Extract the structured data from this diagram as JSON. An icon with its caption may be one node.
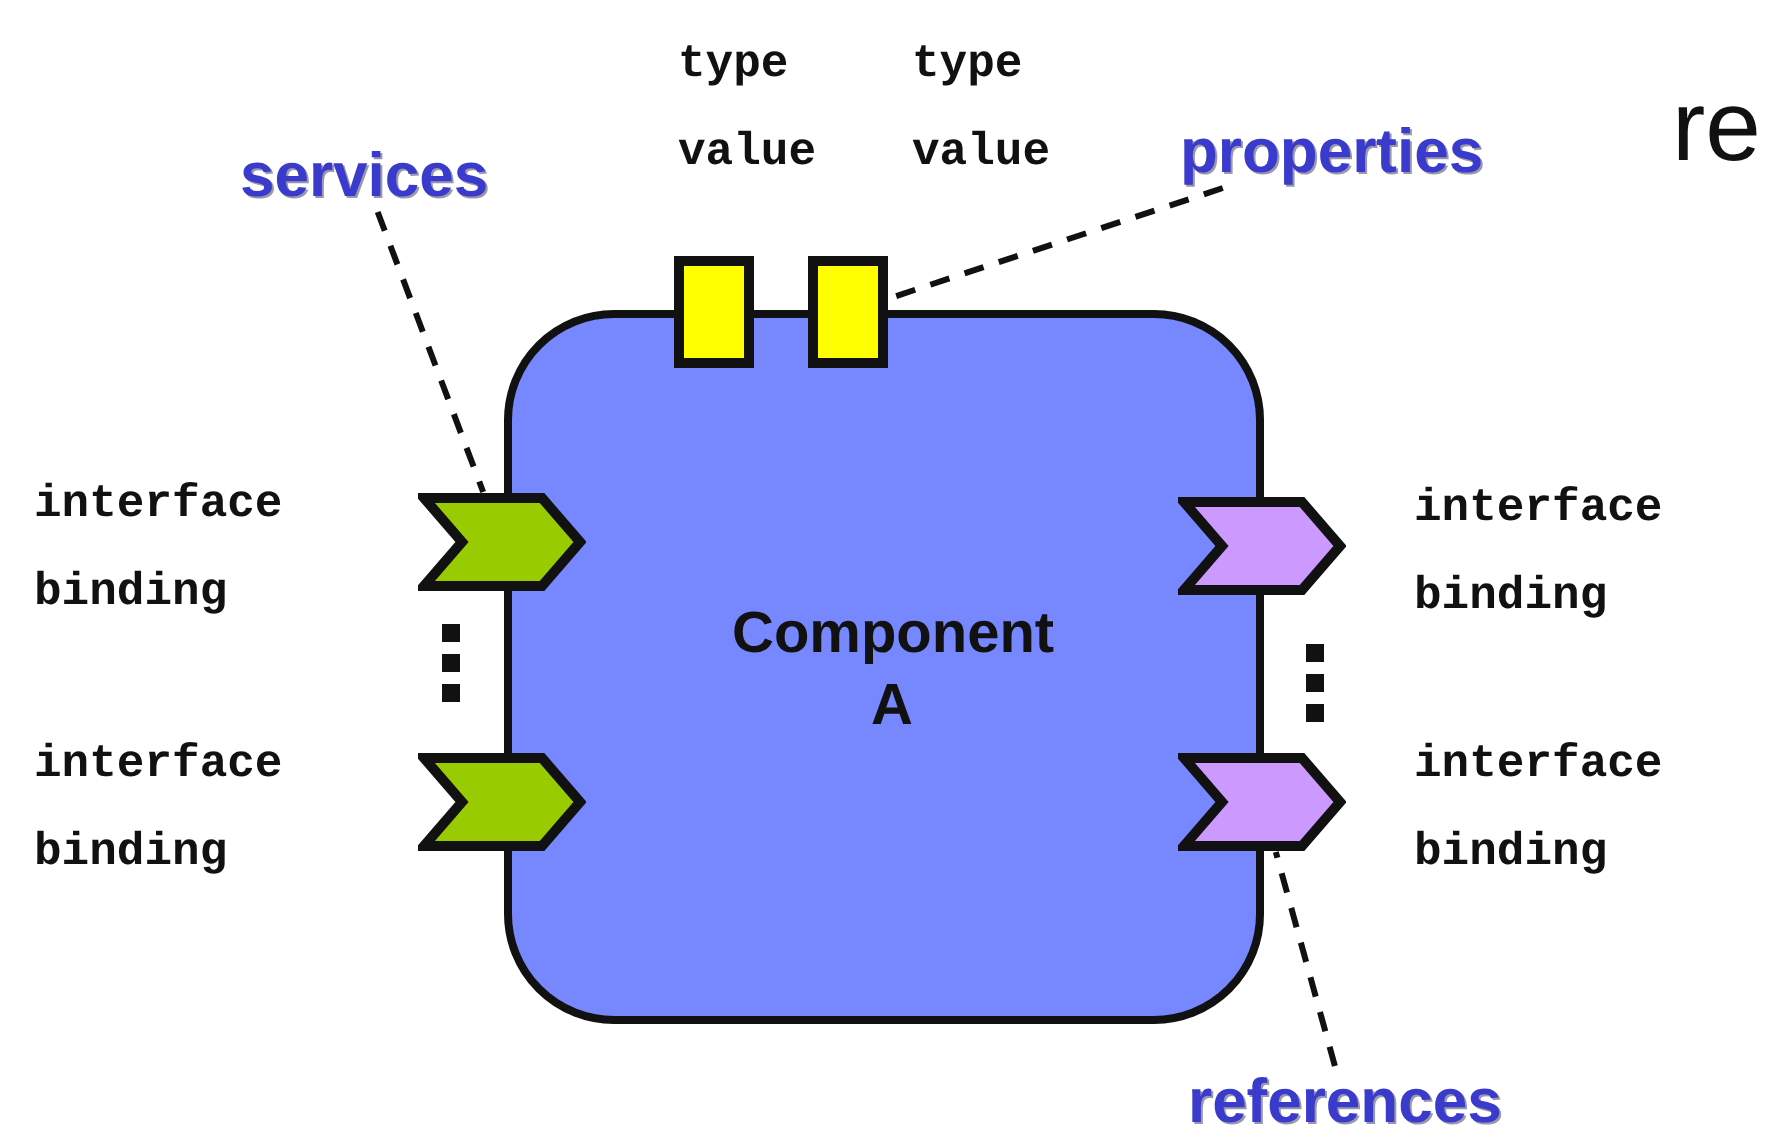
{
  "diagram": {
    "nodes": [
      {
        "text": [
          "Component A"
        ]
      },
      {
        "text": [],
        "shape": "box",
        "beside": [
          "type value"
        ]
      },
      {
        "text": [],
        "shape": "box",
        "beside": [
          "type value"
        ]
      },
      {
        "text": [],
        "shape": "chevron",
        "beside": [
          "interface binding"
        ]
      },
      {
        "text": [],
        "shape": "chevron",
        "beside": [
          "interface binding"
        ]
      },
      {
        "text": [],
        "shape": "chevron",
        "beside": [
          "interface binding"
        ]
      },
      {
        "text": [],
        "shape": "chevron",
        "beside": [
          "interface binding"
        ]
      },
      {
        "text": [
          "services"
        ]
      },
      {
        "text": [
          "properties"
        ]
      },
      {
        "text": [
          "references"
        ]
      }
    ],
    "edges": [
      {
        "from": 7,
        "to": 3,
        "arrow": "none",
        "style": "dashed"
      },
      {
        "from": 8,
        "to": 2,
        "arrow": "none",
        "style": "dashed"
      },
      {
        "from": 9,
        "to": 6,
        "arrow": "none",
        "style": "dashed"
      }
    ],
    "labels": [
      "re"
    ]
  }
}
